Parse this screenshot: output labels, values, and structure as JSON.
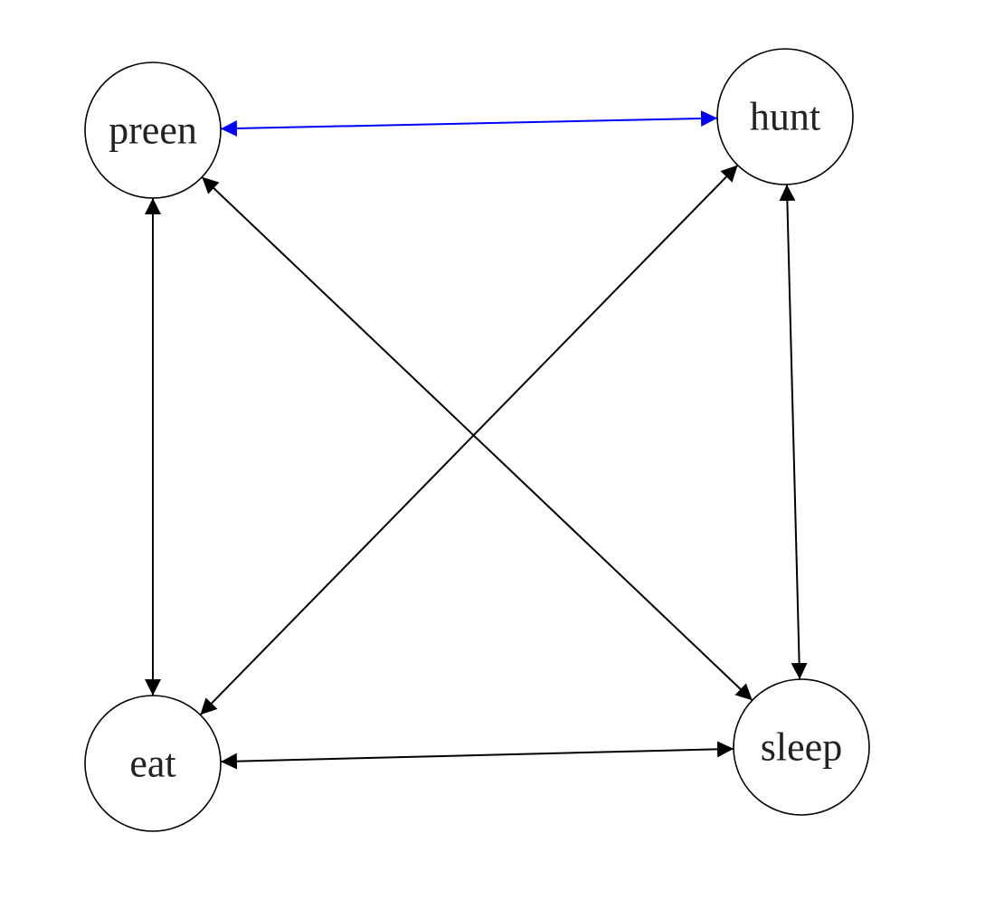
{
  "diagram": {
    "nodes": [
      {
        "id": "preen",
        "label": "preen"
      },
      {
        "id": "hunt",
        "label": "hunt"
      },
      {
        "id": "eat",
        "label": "eat"
      },
      {
        "id": "sleep",
        "label": "sleep"
      }
    ],
    "edges": [
      {
        "from": "preen",
        "to": "hunt",
        "direction": "both",
        "color": "#0000ff"
      },
      {
        "from": "preen",
        "to": "eat",
        "direction": "both",
        "color": "#000000"
      },
      {
        "from": "preen",
        "to": "sleep",
        "direction": "both",
        "color": "#000000"
      },
      {
        "from": "hunt",
        "to": "eat",
        "direction": "both",
        "color": "#000000"
      },
      {
        "from": "hunt",
        "to": "sleep",
        "direction": "both",
        "color": "#000000"
      },
      {
        "from": "eat",
        "to": "sleep",
        "direction": "both",
        "color": "#000000"
      }
    ]
  },
  "colors": {
    "highlight_edge": "#0000ff",
    "default_edge": "#000000",
    "node_border": "#000000",
    "background": "#ffffff"
  }
}
